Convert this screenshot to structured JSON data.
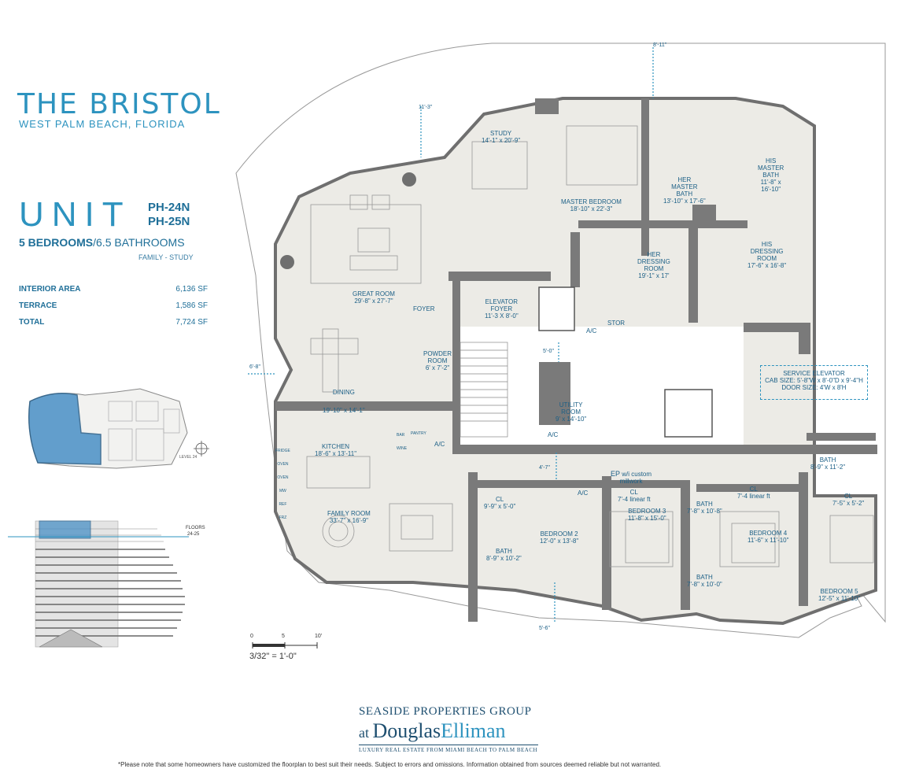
{
  "header": {
    "title": "THE BRISTOL",
    "subtitle": "WEST PALM BEACH, FLORIDA",
    "unit_word": "UNIT",
    "unit_1": "PH-24N",
    "unit_2": "PH-25N",
    "bedrooms": "5 BEDROOMS",
    "bathrooms": "/6.5 BATHROOMS",
    "family": "FAMILY - STUDY"
  },
  "areas": [
    {
      "label": "INTERIOR AREA",
      "value": "6,136 SF"
    },
    {
      "label": "TERRACE",
      "value": "1,586 SF"
    },
    {
      "label": "TOTAL",
      "value": "7,724 SF"
    }
  ],
  "keyplan": {
    "level": "LEVEL 24"
  },
  "elevation": {
    "floors_label": "FLOORS",
    "floors_value": "24-25"
  },
  "rooms": {
    "study": {
      "name": "STUDY",
      "dim": "14'-1\" x 20'-9\""
    },
    "master": {
      "name": "MASTER BEDROOM",
      "dim": "18'-10\" x 22'-3\""
    },
    "her_bath": {
      "name1": "HER",
      "name2": "MASTER",
      "name3": "BATH",
      "dim": "13'-10\" x 17'-6\""
    },
    "his_bath": {
      "name1": "HIS",
      "name2": "MASTER",
      "name3": "BATH",
      "dim1": "11'-8\" x",
      "dim2": "16'-10\""
    },
    "great": {
      "name": "GREAT ROOM",
      "dim": "29'-8\" x 27'-7\""
    },
    "her_dress": {
      "name1": "HER",
      "name2": "DRESSING",
      "name3": "ROOM",
      "dim": "19'-1\" x 17'"
    },
    "his_dress": {
      "name1": "HIS",
      "name2": "DRESSING",
      "name3": "ROOM",
      "dim": "17'-6\" x 16'-8\""
    },
    "foyer": {
      "name": "FOYER"
    },
    "elev_foyer": {
      "name1": "ELEVATOR",
      "name2": "FOYER",
      "dim": "11'-3 X 8'-0\""
    },
    "ac": "A/C",
    "stor": "STOR",
    "powder": {
      "name1": "POWDER",
      "name2": "ROOM",
      "dim": "6' x 7'-2\""
    },
    "dining": {
      "name": "DINING",
      "dim": "19'-10\" x 14'-1\""
    },
    "utility": {
      "name1": "UTILITY",
      "name2": "ROOM",
      "dim": "9' x 14'-10\""
    },
    "kitchen": {
      "name": "KITCHEN",
      "dim": "18'-6\" x 13'-11\""
    },
    "family": {
      "name": "FAMILY ROOM",
      "dim": "33'-7\" x 16'-9\""
    },
    "ep": {
      "name": "EP",
      "note1": "w/i custom",
      "note2": "millwork"
    },
    "cl1": {
      "name": "CL",
      "dim": "9'-9\" x 5'-0\""
    },
    "cl2": {
      "name": "CL",
      "dim": "7'-4 linear ft"
    },
    "cl3": {
      "name": "CL",
      "dim": "7'-4 linear ft"
    },
    "cl4": {
      "name": "CL",
      "dim": "7'-5\" x 5'-2\""
    },
    "bed2": {
      "name": "BEDROOM 2",
      "dim": "12'-0\" x 13'-8\""
    },
    "bed3": {
      "name": "BEDROOM 3",
      "dim": "11'-8\" x 15'-0\""
    },
    "bed4": {
      "name": "BEDROOM 4",
      "dim": "11'-6\" x 11'-10\""
    },
    "bed5": {
      "name": "BEDROOM 5",
      "dim": "12'-5\" x 11'-10\""
    },
    "bath_a": {
      "name": "BATH",
      "dim": "8'-9\" x 10'-2\""
    },
    "bath_b": {
      "name": "BATH",
      "dim": "7'-8\" x 10'-8\""
    },
    "bath_c": {
      "name": "BATH",
      "dim": "7'-8\" x 10'-0\""
    },
    "bath_d": {
      "name": "BATH",
      "dim": "8'-9\" x 11'-2\""
    },
    "service_elev": {
      "line1": "SERVICE ELEVATOR",
      "line2": "CAB SIZE: 5'-8\"W x 8'-0\"D x 9'-4\"H",
      "line3": "DOOR SIZE: 4'W x 8'H"
    },
    "appliances": [
      "FRIDGE",
      "OVEN",
      "OVEN",
      "MW",
      "REF",
      "FRZ"
    ],
    "bar": "BAR",
    "wine": "WINE",
    "pantry": "PANTRY"
  },
  "dimensions": {
    "d1": "8'-11\"",
    "d2": "11'-3\"",
    "d3": "5'-0\"",
    "d4": "6'-8\"",
    "d5": "4'-7\"",
    "d6": "5'-6\""
  },
  "scale": {
    "ticks": [
      "0",
      "5",
      "10'"
    ],
    "text": "3/32\" = 1'-0\""
  },
  "footer": {
    "group": "SEASIDE PROPERTIES GROUP",
    "at": "at ",
    "brand1": "Douglas",
    "brand2": "Elliman",
    "tagline": "LUXURY REAL ESTATE FROM MIAMI BEACH TO PALM BEACH",
    "disclaimer": "*Please note that some homeowners have customized the floorplan to best suit their needs. Subject to errors and omissions. Information obtained from sources deemed reliable but not warranted."
  }
}
